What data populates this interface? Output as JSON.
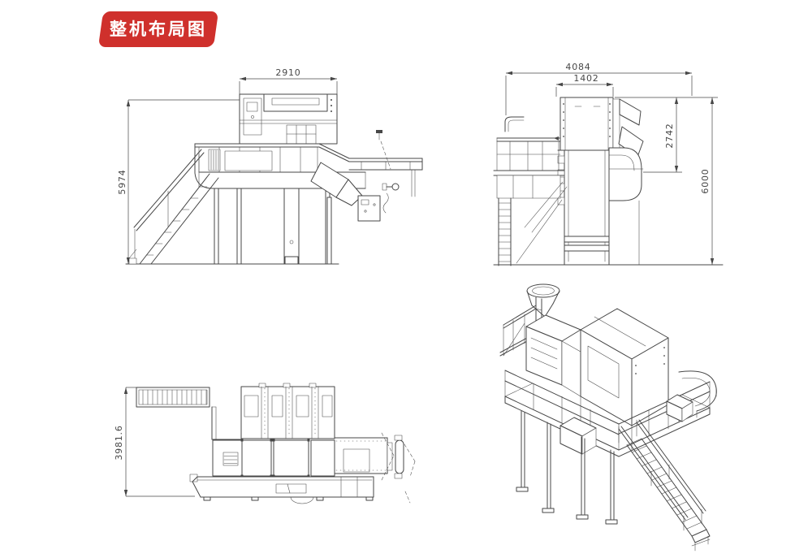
{
  "badge": {
    "label": "整机布局图"
  },
  "colors": {
    "background": "#ffffff",
    "badge_bg": "#cf302c",
    "badge_text": "#ffffff",
    "line": "#474747",
    "dim_text": "#474747"
  },
  "drawings": {
    "side_view": {
      "dim_top_width": "2910",
      "dim_left_height": "5974"
    },
    "front_view": {
      "dim_top_width": "4084",
      "dim_inner_width": "1402",
      "dim_inner_height": "2742",
      "dim_right_height": "6000"
    },
    "plan_view": {
      "dim_left_height": "3981.6"
    }
  }
}
